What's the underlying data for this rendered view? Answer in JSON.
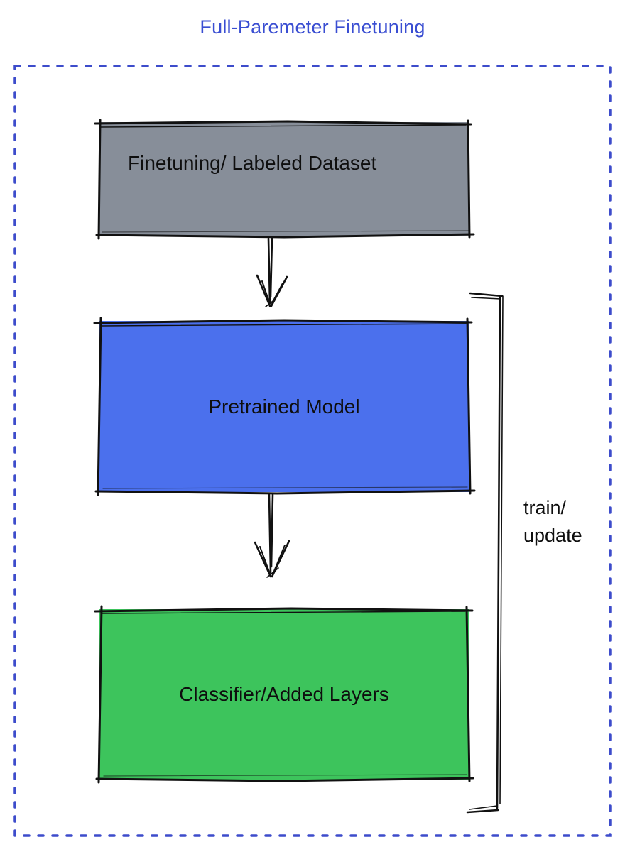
{
  "diagram": {
    "title": "Full-Paremeter Finetuning",
    "title_color": "#3a4ed2",
    "border_color": "#3d4ccb",
    "stroke_color": "#111111",
    "boxes": {
      "dataset": {
        "label": "Finetuning/ Labeled Dataset",
        "fill": "#878e99"
      },
      "pretrained": {
        "label": "Pretrained Model",
        "fill": "#4b70ed"
      },
      "classifier": {
        "label": "Classifier/Added Layers",
        "fill": "#3dc45c"
      }
    },
    "bracket": {
      "label_line1": "train/",
      "label_line2": "update"
    }
  }
}
